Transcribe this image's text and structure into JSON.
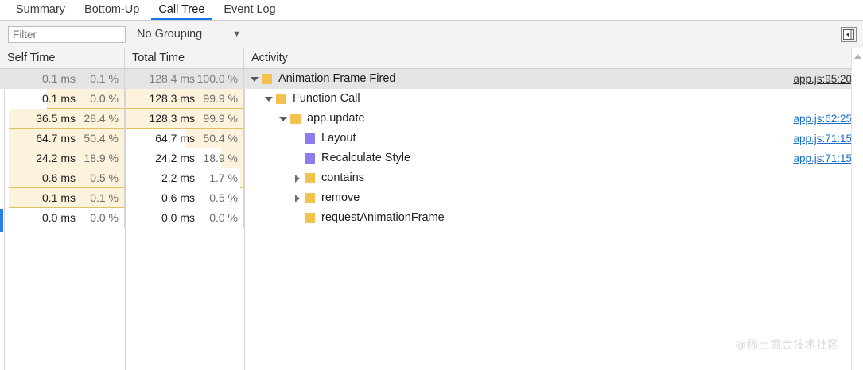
{
  "tabs": [
    {
      "label": "Summary",
      "active": false
    },
    {
      "label": "Bottom-Up",
      "active": false
    },
    {
      "label": "Call Tree",
      "active": true
    },
    {
      "label": "Event Log",
      "active": false
    }
  ],
  "toolbar": {
    "filter_value": "",
    "filter_placeholder": "Filter",
    "grouping_label": "No Grouping",
    "grouping_caret": "▼",
    "sidebar_toggle_icon": "panel-collapse-icon"
  },
  "columns": {
    "self_time": "Self Time",
    "total_time": "Total Time",
    "activity": "Activity"
  },
  "accent": {
    "tab_underline": "#1a73e8",
    "bar_fill": "#fdf3dd",
    "bar_border": "#e2bf63",
    "swatch_scripting": "#f2c14e",
    "swatch_rendering": "#8e7cee",
    "link": "#1a6ec8",
    "selected_row": "#e4e4e4",
    "left_marker": "#2b7fe0"
  },
  "rows": [
    {
      "self_time": "0.1 ms",
      "self_pct": "0.1 %",
      "self_bar": 62,
      "total_time": "128.4 ms",
      "total_pct": "100.0 %",
      "total_bar": 100,
      "depth": 0,
      "twisty": "down",
      "swatch": "scripting",
      "label": "Animation Frame Fired",
      "source": "app.js:95:20",
      "selected": true
    },
    {
      "self_time": "0.1 ms",
      "self_pct": "0.0 %",
      "self_bar": 62,
      "total_time": "128.3 ms",
      "total_pct": "99.9 %",
      "total_bar": 99,
      "depth": 1,
      "twisty": "down",
      "swatch": "scripting",
      "label": "Function Call",
      "source": "",
      "selected": false
    },
    {
      "self_time": "36.5 ms",
      "self_pct": "28.4 %",
      "self_bar": 93,
      "total_time": "128.3 ms",
      "total_pct": "99.9 %",
      "total_bar": 99,
      "depth": 2,
      "twisty": "down",
      "swatch": "scripting",
      "label": "app.update",
      "source": "app.js:62:25",
      "selected": false
    },
    {
      "self_time": "64.7 ms",
      "self_pct": "50.4 %",
      "self_bar": 93,
      "total_time": "64.7 ms",
      "total_pct": "50.4 %",
      "total_bar": 50,
      "depth": 3,
      "twisty": "none",
      "swatch": "rendering",
      "label": "Layout",
      "source": "app.js:71:15",
      "selected": false
    },
    {
      "self_time": "24.2 ms",
      "self_pct": "18.9 %",
      "self_bar": 93,
      "total_time": "24.2 ms",
      "total_pct": "18.9 %",
      "total_bar": 19,
      "depth": 3,
      "twisty": "none",
      "swatch": "rendering",
      "label": "Recalculate Style",
      "source": "app.js:71:15",
      "selected": false
    },
    {
      "self_time": "0.6 ms",
      "self_pct": "0.5 %",
      "self_bar": 93,
      "total_time": "2.2 ms",
      "total_pct": "1.7 %",
      "total_bar": 3,
      "depth": 3,
      "twisty": "right",
      "swatch": "scripting",
      "label": "contains",
      "source": "",
      "selected": false
    },
    {
      "self_time": "0.1 ms",
      "self_pct": "0.1 %",
      "self_bar": 93,
      "total_time": "0.6 ms",
      "total_pct": "0.5 %",
      "total_bar": 1,
      "depth": 3,
      "twisty": "right",
      "swatch": "scripting",
      "label": "remove",
      "source": "",
      "selected": false
    },
    {
      "self_time": "0.0 ms",
      "self_pct": "0.0 %",
      "self_bar": 0,
      "total_time": "0.0 ms",
      "total_pct": "0.0 %",
      "total_bar": 0,
      "depth": 3,
      "twisty": "none",
      "swatch": "scripting",
      "label": "requestAnimationFrame",
      "source": "",
      "selected": false
    }
  ],
  "watermark": "@稀土掘金技术社区"
}
